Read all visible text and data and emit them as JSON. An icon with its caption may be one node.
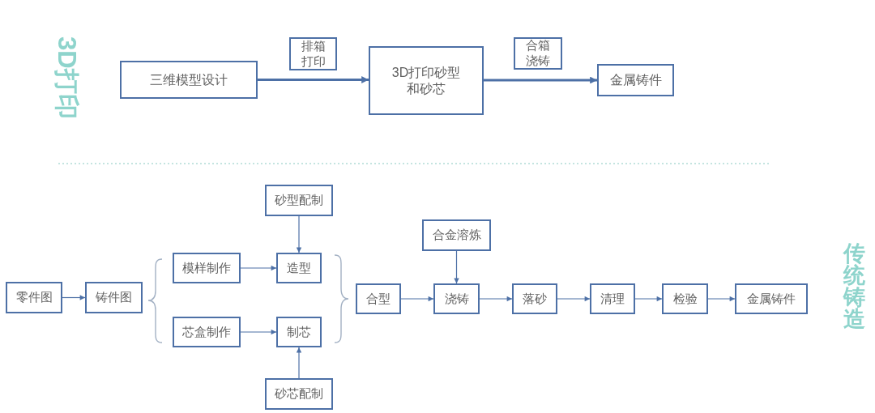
{
  "diagram": {
    "nodes": [
      {
        "text": [
          "三维模型设计"
        ]
      },
      {
        "text": [
          "排箱打印"
        ]
      },
      {
        "text": [
          "3D打印砂型和砂芯"
        ]
      },
      {
        "text": [
          "合箱浇铸"
        ]
      },
      {
        "text": [
          "金属铸件"
        ]
      },
      {
        "text": [
          "零件图"
        ]
      },
      {
        "text": [
          "铸件图"
        ]
      },
      {
        "text": [
          "模样制作"
        ]
      },
      {
        "text": [
          "芯盒制作"
        ]
      },
      {
        "text": [
          "砂型配制"
        ]
      },
      {
        "text": [
          "造型"
        ]
      },
      {
        "text": [
          "制芯"
        ]
      },
      {
        "text": [
          "砂芯配制"
        ]
      },
      {
        "text": [
          "合型"
        ]
      },
      {
        "text": [
          "合金溶炼"
        ]
      },
      {
        "text": [
          "浇铸"
        ]
      },
      {
        "text": [
          "落砂"
        ]
      },
      {
        "text": [
          "清理"
        ]
      },
      {
        "text": [
          "检验"
        ]
      },
      {
        "text": [
          "金属铸件"
        ]
      }
    ],
    "edges": [
      {
        "from": 0,
        "to": 2,
        "arrow": "to",
        "style": "thick"
      },
      {
        "from": 2,
        "to": 4,
        "arrow": "to",
        "style": "thick"
      },
      {
        "from": 5,
        "to": 6,
        "arrow": "to"
      },
      {
        "from": 7,
        "to": 10,
        "arrow": "to"
      },
      {
        "from": 9,
        "to": 10,
        "arrow": "to"
      },
      {
        "from": 8,
        "to": 11,
        "arrow": "to"
      },
      {
        "from": 12,
        "to": 11,
        "arrow": "to"
      },
      {
        "from": 13,
        "to": 15,
        "arrow": "to"
      },
      {
        "from": 14,
        "to": 15,
        "arrow": "to"
      },
      {
        "from": 15,
        "to": 16,
        "arrow": "to"
      },
      {
        "from": 16,
        "to": 17,
        "arrow": "to"
      },
      {
        "from": 17,
        "to": 18,
        "arrow": "to"
      },
      {
        "from": 18,
        "to": 19,
        "arrow": "to"
      }
    ],
    "labels": [
      "3D打印",
      "传统铸造"
    ]
  }
}
